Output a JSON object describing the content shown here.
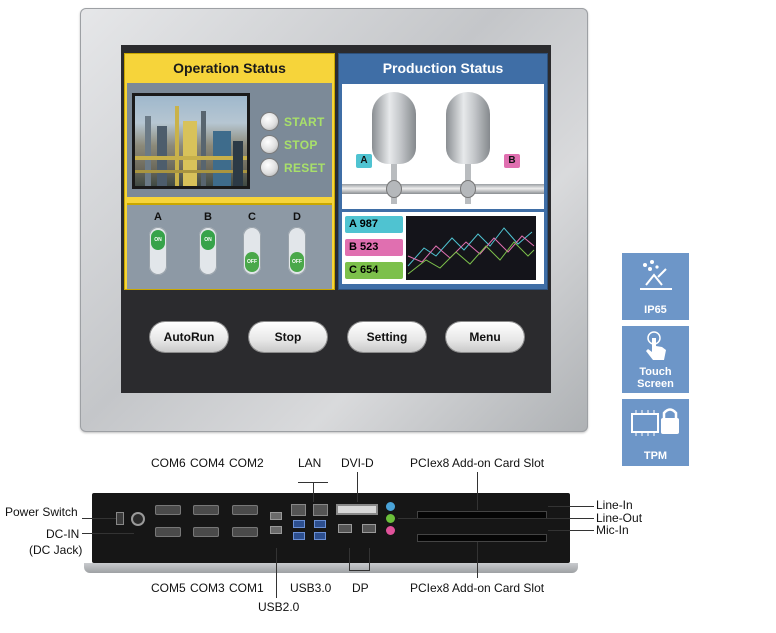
{
  "hmi": {
    "operation_title": "Operation Status",
    "production_title": "Production Status",
    "controls": {
      "start": "START",
      "stop": "STOP",
      "reset": "RESET"
    },
    "switches": [
      {
        "letter": "A",
        "state": "ON"
      },
      {
        "letter": "B",
        "state": "ON"
      },
      {
        "letter": "C",
        "state": "OFF"
      },
      {
        "letter": "D",
        "state": "OFF"
      }
    ],
    "tanks": {
      "a": "A",
      "b": "B"
    },
    "counters": [
      {
        "label": "A 987",
        "color": "#4fc3d1"
      },
      {
        "label": "B 523",
        "color": "#e06fb0"
      },
      {
        "label": "C 654",
        "color": "#7cc04b"
      }
    ],
    "buttons": {
      "autorun": "AutoRun",
      "stop": "Stop",
      "setting": "Setting",
      "menu": "Menu"
    }
  },
  "badges": [
    {
      "label": "IP65",
      "icon": "water-resist-icon"
    },
    {
      "label": "Touch Screen",
      "icon": "touch-hand-icon"
    },
    {
      "label": "TPM",
      "icon": "chip-lock-icon"
    }
  ],
  "io_labels": {
    "com6": "COM6",
    "com4": "COM4",
    "com2": "COM2",
    "lan": "LAN",
    "dvi": "DVI-D",
    "pcie_top": "PCIex8 Add-on Card Slot",
    "power": "Power Switch",
    "dcin": "DC-IN",
    "dcjack": "(DC Jack)",
    "line_in": "Line-In",
    "line_out": "Line-Out",
    "mic_in": "Mic-In",
    "com5": "COM5",
    "com3": "COM3",
    "com1": "COM1",
    "usb3": "USB3.0",
    "usb2": "USB2.0",
    "dp": "DP",
    "pcie_bottom": "PCIex8 Add-on Card Slot"
  }
}
